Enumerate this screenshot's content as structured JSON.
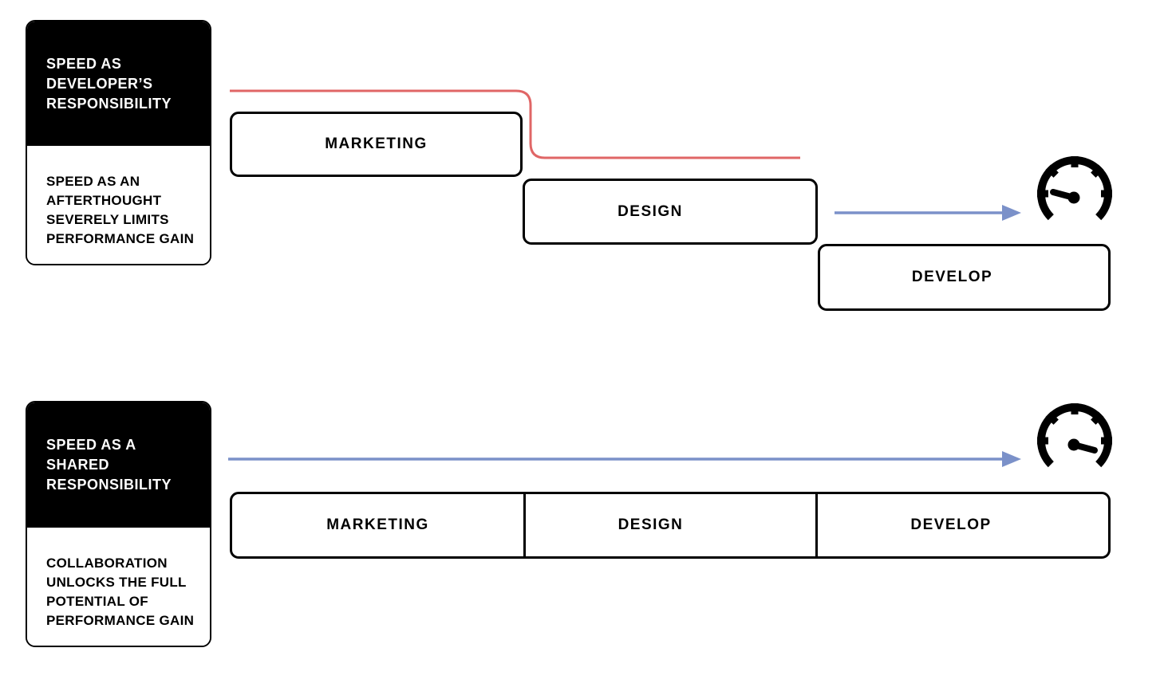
{
  "colors": {
    "ink": "#000000",
    "flow_red": "#e06666",
    "flow_blue": "#7b91c9",
    "canvas_bg": "#ffffff"
  },
  "waterfall_scenario": {
    "card": {
      "title": "SPEED AS\nDEVELOPER’S\nRESPONSIBILITY",
      "description": "SPEED AS AN\nAFTERTHOUGHT\nSEVERELY LIMITS\nPERFORMANCE GAIN"
    },
    "phases": [
      {
        "label": "MARKETING"
      },
      {
        "label": "DESIGN"
      },
      {
        "label": "DEVELOP"
      }
    ],
    "result_icon": "speedometer-low"
  },
  "shared_scenario": {
    "card": {
      "title": "SPEED AS A\nSHARED\nRESPONSIBILITY",
      "description": "COLLABORATION\nUNLOCKS THE FULL\nPOTENTIAL OF\nPERFORMANCE GAIN"
    },
    "phases": [
      {
        "label": "MARKETING"
      },
      {
        "label": "DESIGN"
      },
      {
        "label": "DEVELOP"
      }
    ],
    "result_icon": "speedometer-high"
  }
}
